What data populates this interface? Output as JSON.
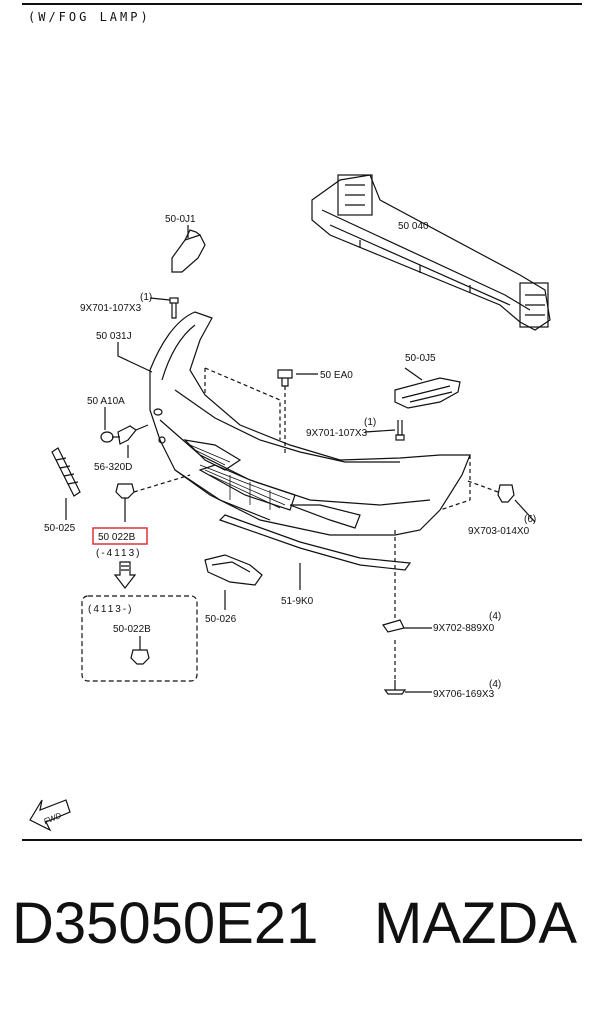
{
  "caption": "(W/FOG LAMP)",
  "callouts": {
    "c50_0J1": "50-0J1",
    "c50_040": "50 040",
    "c9x701_a_qty": "(1)",
    "c9x701_a": "9X701-107X3",
    "c50_031J": "50 031J",
    "c50_0J5": "50-0J5",
    "c50_EA0": "50 EA0",
    "c50_A10A": "50 A10A",
    "c9x701_b_qty": "(1)",
    "c9x701_b": "9X701-107X3",
    "c56_320D": "56-320D",
    "c50_025": "50-025",
    "c50_022B_highlight": "50 022B",
    "c50_022B_range": "(-4113)",
    "c9x703_qty": "(6)",
    "c9x703": "9X703-014X0",
    "c50_026": "50-026",
    "c51_9K0": "51-9K0",
    "box_range": "(4113-)",
    "box_part": "50-022B",
    "c9x702_qty": "(4)",
    "c9x702": "9X702-889X0",
    "c9x706_qty": "(4)",
    "c9x706": "9X706-169X3",
    "fwd": "FWD"
  },
  "footer": {
    "part_number": "D35050E21",
    "brand": "MAZDA"
  },
  "colors": {
    "highlight": "#e0303a",
    "line": "#111111"
  }
}
